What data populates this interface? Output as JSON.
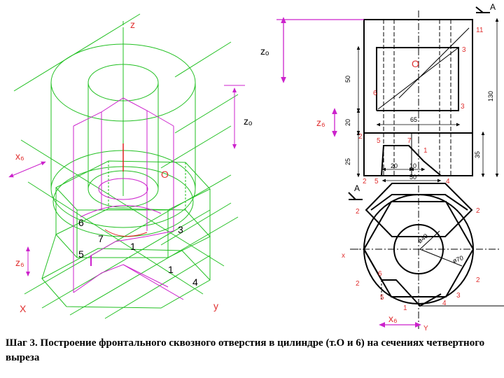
{
  "colors": {
    "green": "#22c022",
    "magenta": "#cc22cc",
    "red": "#e02020",
    "black": "#000000",
    "label_red": "#e03030"
  },
  "iso": {
    "axis_z": "z",
    "zo_upper": "zₒ",
    "zo_lower": "zₒ",
    "x6": "x₆",
    "z6": "z₆",
    "point_o": "O",
    "x": "X",
    "y": "y",
    "p6": "6",
    "p7": "7",
    "p5": "5",
    "p1a": "1",
    "p1b": "1",
    "p3": "3",
    "p4": "4"
  },
  "front": {
    "a": "A",
    "n11": "11",
    "n3a": "3",
    "o": "O",
    "n6": "6",
    "n3b": "3",
    "z6": "z₆",
    "n2": "2",
    "n5": "5",
    "n7": "7",
    "n1": "1",
    "n2b": "2",
    "n5b": "5",
    "n4": "4",
    "d50v": "50",
    "d130": "130",
    "d20": "20",
    "d65": "65",
    "d25": "25",
    "d35": "35",
    "d20h": "20",
    "d10": "10",
    "d50h": "50"
  },
  "top": {
    "a": "A",
    "n2tl": "2",
    "n2tr": "2",
    "x": "x",
    "d40": "ø40",
    "d70": "ø70",
    "n6": "6",
    "n2l": "2",
    "n2r": "2",
    "n5": "5",
    "n3": "3",
    "n1": "1",
    "n4": "4",
    "x6": "x₆",
    "y": "Y"
  },
  "caption": "Шаг 3. Построение фронтального сквозного отверстия в цилиндре (т.О и 6) на сечениях четвертного выреза"
}
